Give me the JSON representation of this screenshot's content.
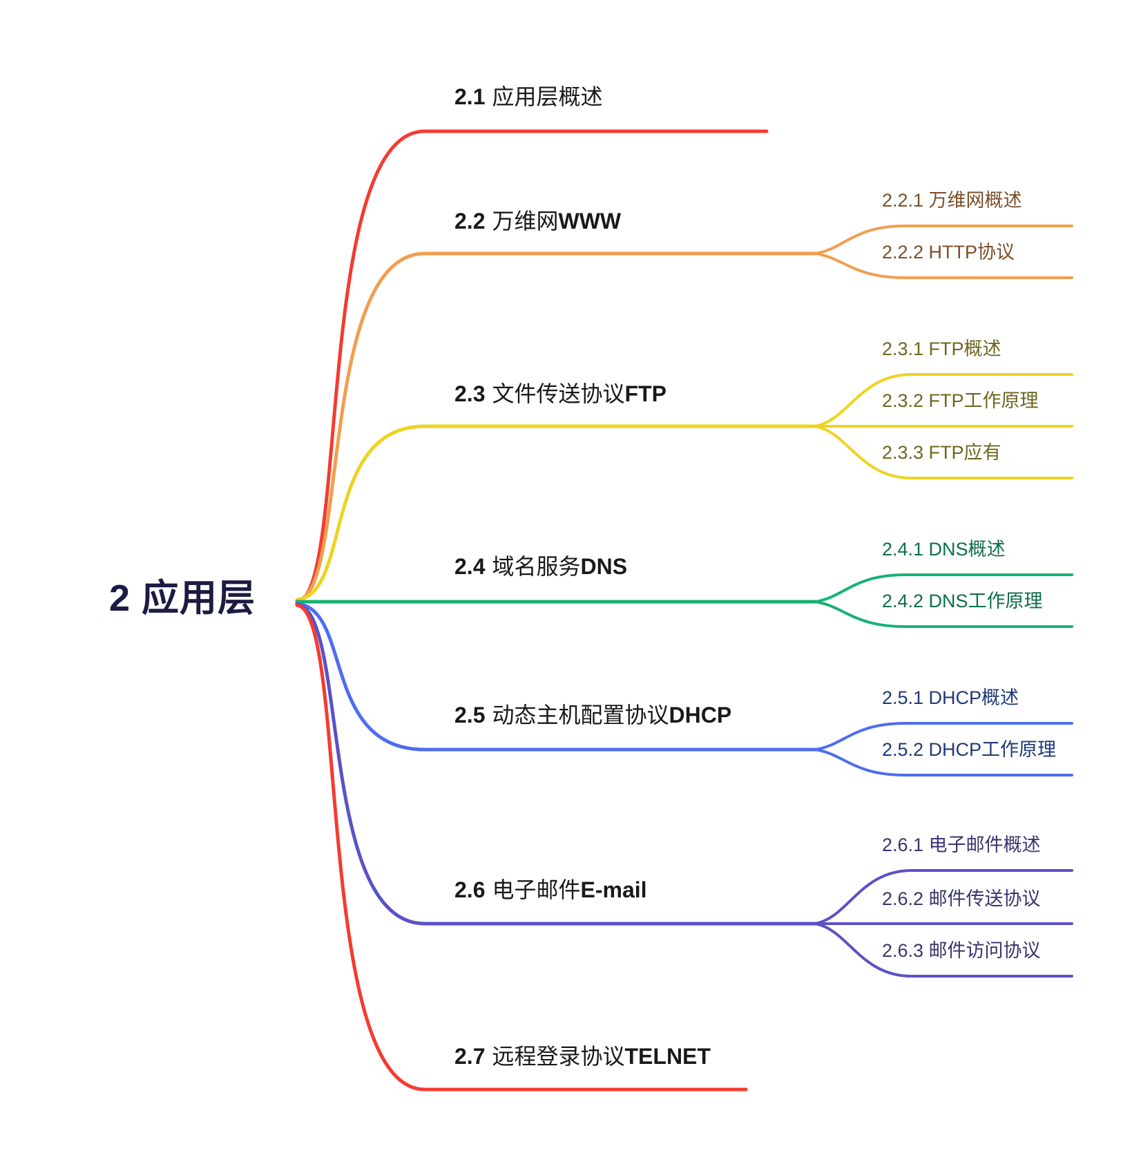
{
  "root": {
    "label": "2 应用层",
    "color": "#1c1b42"
  },
  "main_text_color": "#191919",
  "topics": [
    {
      "num": "2.1",
      "zh": "应用层概述",
      "en": "",
      "line_color": "#f43b30",
      "children": []
    },
    {
      "num": "2.2",
      "zh": "万维网",
      "en": "WWW",
      "line_color": "#f29e4e",
      "child_text_color": "#7c4f2a",
      "children": [
        {
          "label": "2.2.1 万维网概述"
        },
        {
          "label": "2.2.2 HTTP协议"
        }
      ]
    },
    {
      "num": "2.3",
      "zh": "文件传送协议",
      "en": "FTP",
      "line_color": "#eed321",
      "child_text_color": "#6e661e",
      "children": [
        {
          "label": "2.3.1 FTP概述"
        },
        {
          "label": "2.3.2 FTP工作原理"
        },
        {
          "label": "2.3.3 FTP应有"
        }
      ]
    },
    {
      "num": "2.4",
      "zh": "域名服务",
      "en": "DNS",
      "line_color": "#16b272",
      "child_text_color": "#0d6e4a",
      "children": [
        {
          "label": "2.4.1 DNS概述"
        },
        {
          "label": "2.4.2 DNS工作原理"
        }
      ]
    },
    {
      "num": "2.5",
      "zh": "动态主机配置协议",
      "en": "DHCP",
      "line_color": "#4d6df0",
      "child_text_color": "#1f3878",
      "children": [
        {
          "label": "2.5.1 DHCP概述"
        },
        {
          "label": "2.5.2 DHCP工作原理"
        }
      ]
    },
    {
      "num": "2.6",
      "zh": "电子邮件",
      "en": "E-mail",
      "line_color": "#5952c5",
      "child_text_color": "#38346e",
      "children": [
        {
          "label": "2.6.1 电子邮件概述"
        },
        {
          "label": "2.6.2 邮件传送协议"
        },
        {
          "label": "2.6.3 邮件访问协议"
        }
      ]
    },
    {
      "num": "2.7",
      "zh": "远程登录协议",
      "en": "TELNET",
      "line_color": "#f43b30",
      "children": []
    }
  ]
}
